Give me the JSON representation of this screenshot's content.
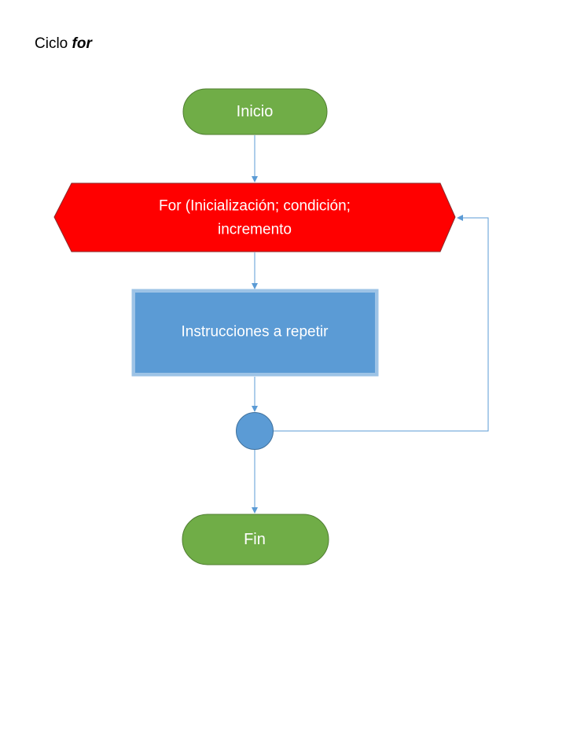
{
  "title": {
    "prefix": "Ciclo ",
    "keyword": "for"
  },
  "nodes": {
    "start": {
      "label": "Inicio"
    },
    "loop": {
      "line1": "For (Inicialización; condición;",
      "line2": "incremento"
    },
    "body": {
      "label": "Instrucciones a repetir"
    },
    "end": {
      "label": "Fin"
    }
  },
  "colors": {
    "terminal_fill": "#70AD47",
    "terminal_stroke": "#507E32",
    "loop_fill": "#FF0000",
    "loop_stroke": "#8B2A2A",
    "body_fill": "#5B9BD5",
    "body_border": "#9DC3E6",
    "connector_fill": "#5B9BD5",
    "connector_stroke": "#41719C",
    "arrow": "#5B9BD5"
  }
}
